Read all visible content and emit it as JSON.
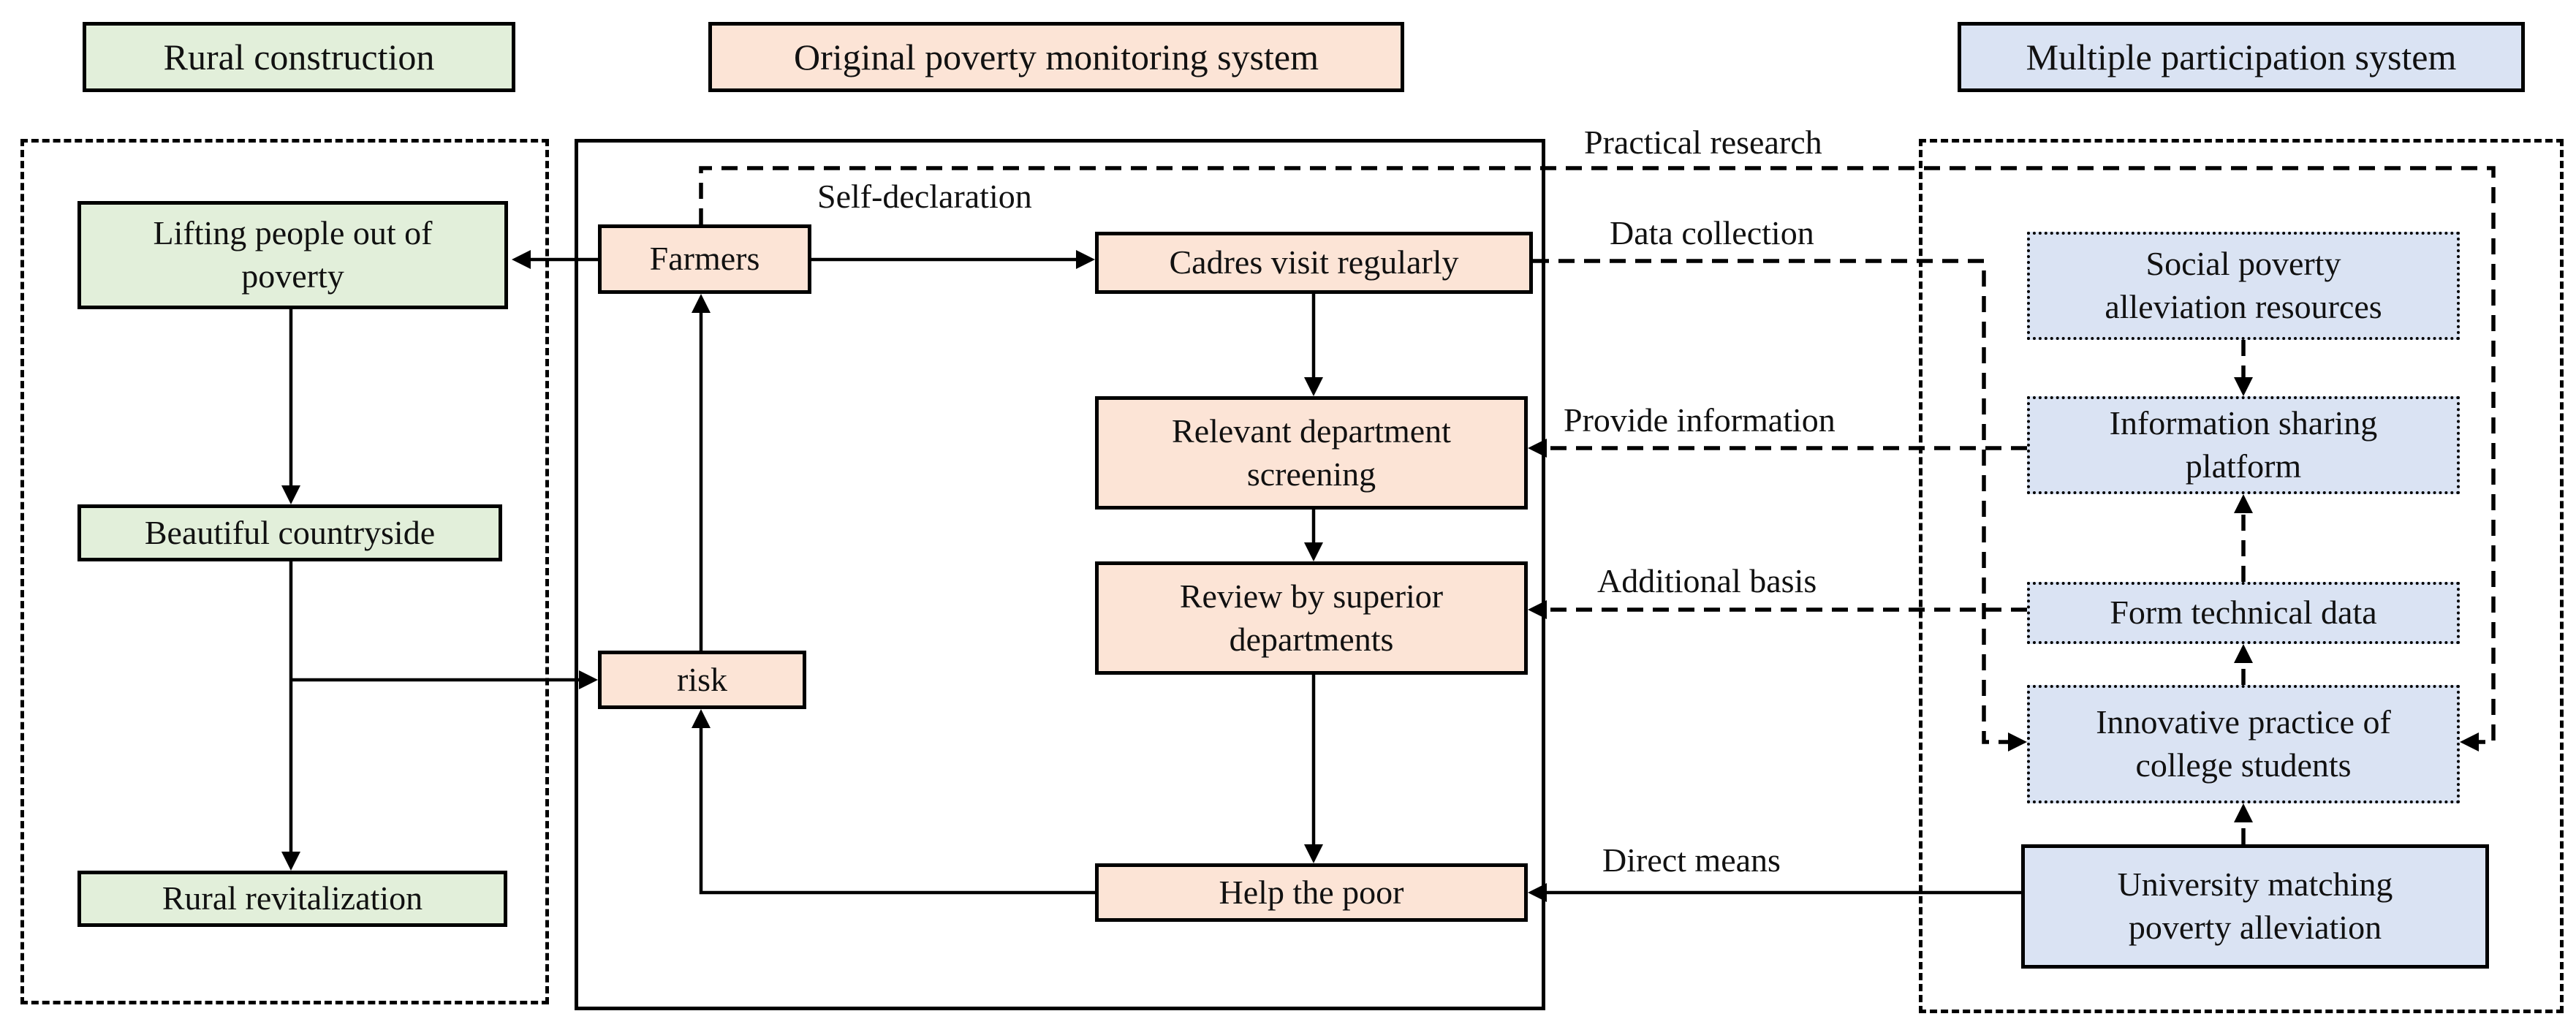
{
  "title": "Poverty monitoring and multiple participation flow diagram",
  "colors": {
    "green_fill": "#e2efda",
    "peach_fill": "#fce4d6",
    "blue_fill": "#dae3f3",
    "line_color": "#000000",
    "background": "#ffffff"
  },
  "headers": {
    "rural": "Rural construction",
    "original": "Original poverty monitoring system",
    "multiple": "Multiple participation system"
  },
  "left_column": {
    "lifting": "Lifting people out of poverty",
    "beautiful": "Beautiful countryside",
    "revitalization": "Rural revitalization"
  },
  "middle_column": {
    "farmers": "Farmers",
    "cadres": "Cadres visit regularly",
    "relevant": "Relevant department screening",
    "review": "Review by superior departments",
    "risk": "risk",
    "help": "Help the poor"
  },
  "right_column": {
    "social": "Social poverty alleviation resources",
    "platform": "Information sharing platform",
    "form": "Form technical data",
    "innovative": "Innovative practice of college students",
    "university": "University matching poverty alleviation"
  },
  "edge_labels": {
    "self_declaration": "Self-declaration",
    "practical_research": "Practical research",
    "data_collection": "Data collection",
    "provide_information": "Provide information",
    "additional_basis": "Additional basis",
    "direct_means": "Direct means"
  }
}
